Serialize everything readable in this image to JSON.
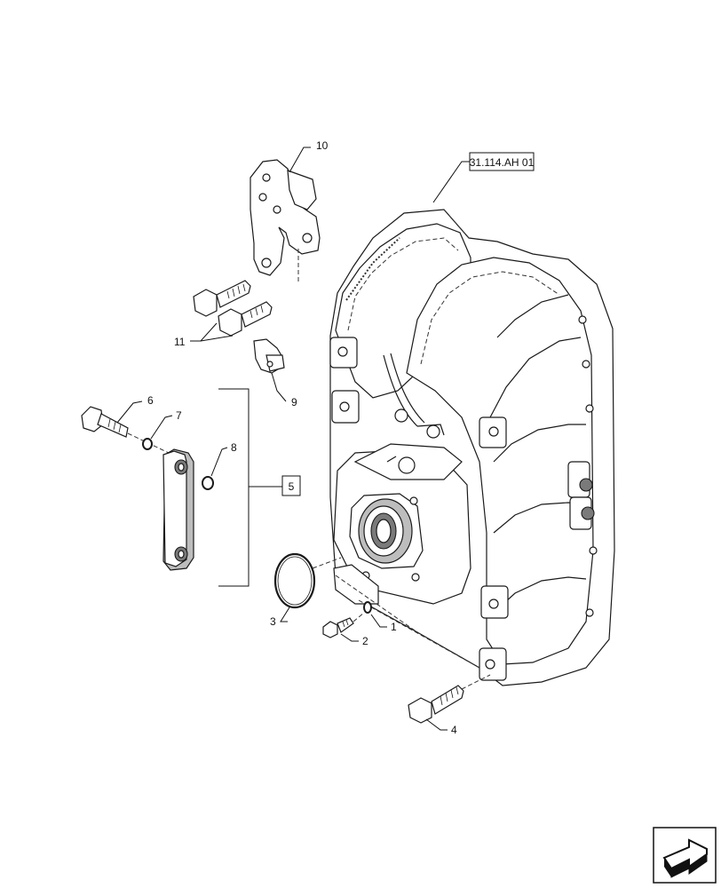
{
  "reference": {
    "label": "31.114.AH 01"
  },
  "callouts": [
    {
      "id": "1",
      "label": "1"
    },
    {
      "id": "2",
      "label": "2"
    },
    {
      "id": "3",
      "label": "3"
    },
    {
      "id": "4",
      "label": "4"
    },
    {
      "id": "5",
      "label": "5"
    },
    {
      "id": "6",
      "label": "6"
    },
    {
      "id": "7",
      "label": "7"
    },
    {
      "id": "8",
      "label": "8"
    },
    {
      "id": "9",
      "label": "9"
    },
    {
      "id": "10",
      "label": "10"
    },
    {
      "id": "11",
      "label": "11"
    }
  ],
  "navigation": {
    "icon": "next-page-arrow-icon"
  }
}
